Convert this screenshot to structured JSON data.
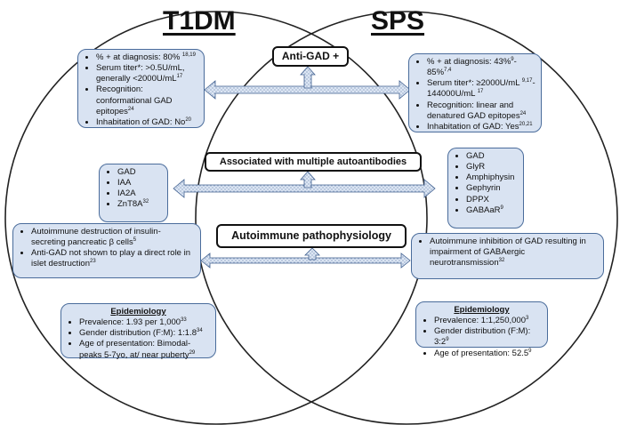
{
  "titles": {
    "left": "T1DM",
    "right": "SPS"
  },
  "center_labels": {
    "anti_gad": "Anti-GAD +",
    "autoantibodies": "Associated  with multiple autoantibodies",
    "pathophysiology": "Autoimmune pathophysiology"
  },
  "t1dm": {
    "anti_gad": [
      {
        "text": "% + at diagnosis: 80% ",
        "sup": "18,19"
      },
      {
        "text": "Serum titer*: >0.5U/mL, generally <2000U/mL",
        "sup": "17"
      },
      {
        "text": "Recognition: conformational GAD epitopes",
        "sup": "24"
      },
      {
        "text": "Inhabitation of GAD: No",
        "sup": "20"
      }
    ],
    "autoantibodies": [
      {
        "text": "GAD",
        "sup": ""
      },
      {
        "text": "IAA",
        "sup": ""
      },
      {
        "text": "IA2A",
        "sup": ""
      },
      {
        "text": "ZnT8A",
        "sup": "32"
      }
    ],
    "pathophysiology": [
      {
        "text": "Autoimmune destruction of insulin-secreting pancreatic β cells",
        "sup": "5"
      },
      {
        "text": "Anti-GAD not shown to play a direct role in islet destruction",
        "sup": "23"
      }
    ],
    "epidemiology": {
      "title": "Epidemiology",
      "items": [
        {
          "text": "Prevalence: 1.93 per 1,000",
          "sup": "33"
        },
        {
          "text": "Gender distribution (F:M): 1:1.8",
          "sup": "34"
        },
        {
          "text": "Age of presentation: Bimodal-peaks 5-7yo, at/ near puberty",
          "sup": "29"
        }
      ]
    }
  },
  "sps": {
    "anti_gad": [
      {
        "text": "% + at diagnosis: 43%",
        "sup": "9",
        "text2": "- 85%",
        "sup2": "7,4"
      },
      {
        "text": "Serum titer*: ≥2000U/mL ",
        "sup": "9,17",
        "text2": "-144000U/mL ",
        "sup2": "17"
      },
      {
        "text": "Recognition: linear and denatured GAD epitopes",
        "sup": "24"
      },
      {
        "text": "Inhabitation of GAD: Yes",
        "sup": "20,21"
      }
    ],
    "autoantibodies": [
      {
        "text": "GAD",
        "sup": ""
      },
      {
        "text": "GlyR",
        "sup": ""
      },
      {
        "text": "Amphiphysin",
        "sup": ""
      },
      {
        "text": "Gephyrin",
        "sup": ""
      },
      {
        "text": "DPPX",
        "sup": ""
      },
      {
        "text": "GABAaR",
        "sup": "9"
      }
    ],
    "pathophysiology": [
      {
        "text": "Autoimmune inhibition of GAD resulting in impairment of GABAergic neurotransmission",
        "sup": "32"
      }
    ],
    "epidemiology": {
      "title": "Epidemiology",
      "items": [
        {
          "text": "Prevalence: 1:1,250,000",
          "sup": "3"
        },
        {
          "text": "Gender distribution (F:M): 3:2",
          "sup": "9"
        },
        {
          "text": "Age of presentation: 52.5",
          "sup": "9"
        }
      ]
    }
  },
  "colors": {
    "box_fill": "#d9e3f2",
    "box_border": "#4a6c9b",
    "arrow_fill": "#dce6f4",
    "arrow_stroke": "#3f5f8f",
    "circle_stroke": "#222222"
  }
}
